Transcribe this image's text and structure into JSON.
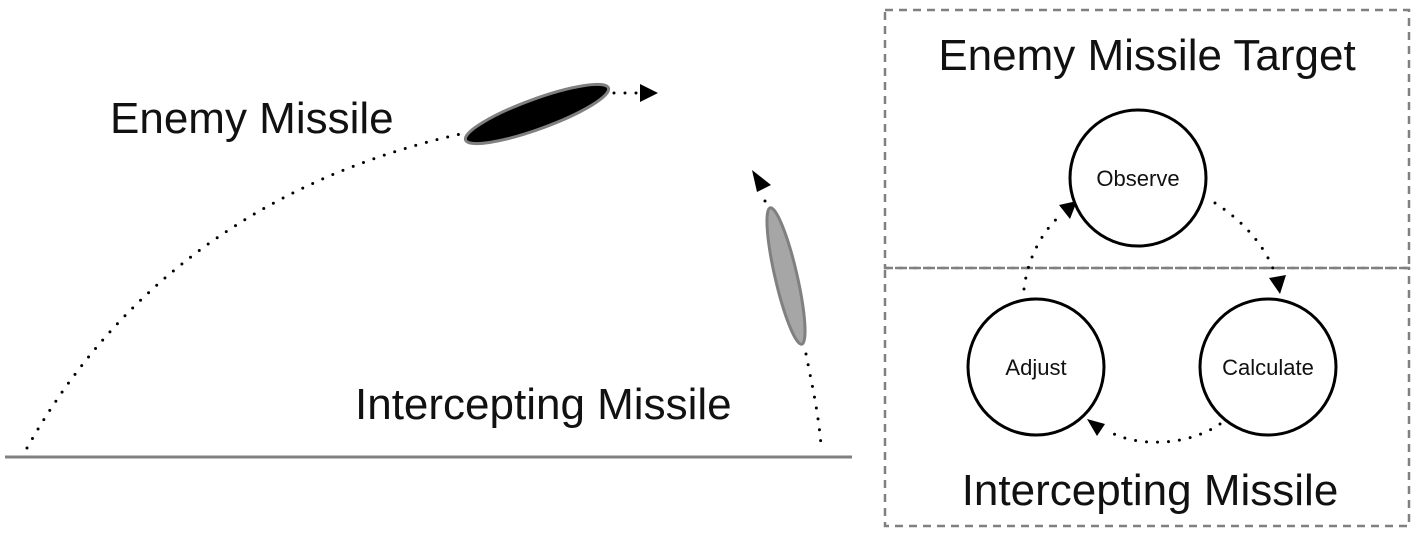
{
  "left_scene": {
    "enemy_missile_label": "Enemy Missile",
    "intercepting_missile_label": "Intercepting Missile",
    "enemy_missile_color": "#000000",
    "intercepting_missile_color": "#a6a6a6",
    "ground_color": "#808080"
  },
  "right_panel": {
    "top_section_title": "Enemy Missile Target",
    "bottom_section_title": "Intercepting Missile",
    "border_color": "#808080",
    "cycle_nodes": [
      {
        "id": "observe",
        "label": "Observe"
      },
      {
        "id": "calculate",
        "label": "Calculate"
      },
      {
        "id": "adjust",
        "label": "Adjust"
      }
    ],
    "cycle_edges": [
      {
        "from": "observe",
        "to": "calculate"
      },
      {
        "from": "calculate",
        "to": "adjust"
      },
      {
        "from": "adjust",
        "to": "observe"
      }
    ]
  }
}
